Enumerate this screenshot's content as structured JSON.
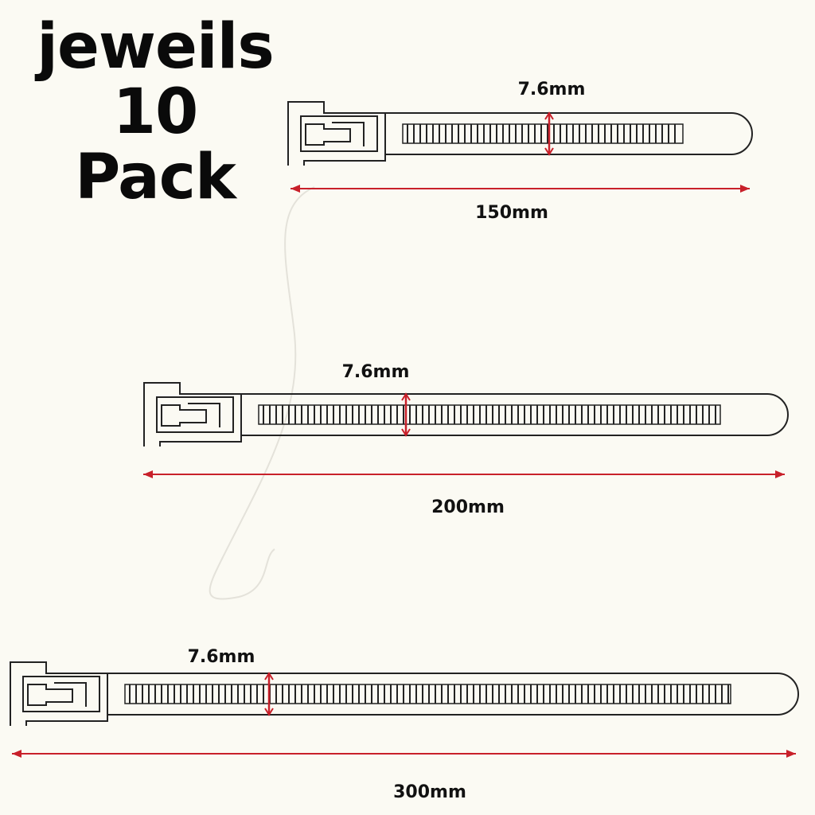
{
  "headline": {
    "line1": "jeweils",
    "line2": "10",
    "line3": "Pack"
  },
  "colors": {
    "outline": "#222222",
    "dimension": "#c8202a",
    "background": "#fbfaf3"
  },
  "ties": [
    {
      "width_label": "7.6mm",
      "length_label": "150mm"
    },
    {
      "width_label": "7.6mm",
      "length_label": "200mm"
    },
    {
      "width_label": "7.6mm",
      "length_label": "300mm"
    }
  ]
}
